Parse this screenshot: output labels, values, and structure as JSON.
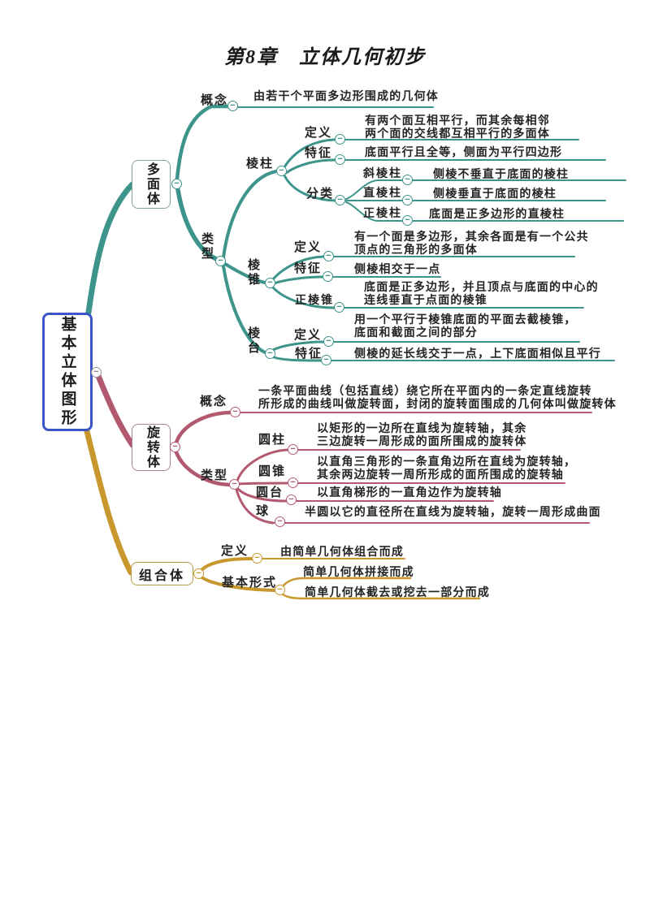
{
  "title": "第8章　立体几何初步",
  "icons": {
    "collapse": "−"
  },
  "colors": {
    "root_border": "#3a57c7",
    "polyhedron_branch": "#3d948a",
    "rotation_branch": "#b25970",
    "composite_branch": "#c8982e"
  },
  "root": {
    "label": "基本立体图形"
  },
  "polyhedron": {
    "label": "多面体",
    "concept": {
      "label": "概念",
      "text": "由若干个平面多边形围成的几何体"
    },
    "type_label": "类型",
    "prism": {
      "label": "棱柱",
      "definition": {
        "label": "定义",
        "text": "有两个面互相平行，而其余每相邻\n两个面的交线都互相平行的多面体"
      },
      "feature": {
        "label": "特征",
        "text": "底面平行且全等，侧面为平行四边形"
      },
      "classify_label": "分类",
      "oblique": {
        "label": "斜棱柱",
        "text": "侧棱不垂直于底面的棱柱"
      },
      "right": {
        "label": "直棱柱",
        "text": "侧棱垂直于底面的棱柱"
      },
      "regular": {
        "label": "正棱柱",
        "text": "底面是正多边形的直棱柱"
      }
    },
    "pyramid": {
      "label": "棱锥",
      "definition": {
        "label": "定义",
        "text": "有一个面是多边形，其余各面是有一个公共\n顶点的三角形的多面体"
      },
      "feature": {
        "label": "特征",
        "text": "侧棱相交于一点"
      },
      "regular": {
        "label": "正棱锥",
        "text": "底面是正多边形，并且顶点与底面的中心的\n连线垂直于点面的棱锥"
      }
    },
    "frustum": {
      "label": "棱台",
      "definition": {
        "label": "定义",
        "text": "用一个平行于棱锥底面的平面去截棱锥，\n底面和截面之间的部分"
      },
      "feature": {
        "label": "特征",
        "text": "侧棱的延长线交于一点，上下底面相似且平行"
      }
    }
  },
  "rotation": {
    "label": "旋转体",
    "concept": {
      "label": "概念",
      "text": "一条平面曲线（包括直线）绕它所在平面内的一条定直线旋转\n所形成的曲线叫做旋转面，封闭的旋转面围成的几何体叫做旋转体"
    },
    "type_label": "类型",
    "cylinder": {
      "label": "圆柱",
      "text": "以矩形的一边所在直线为旋转轴，其余\n三边旋转一周形成的面所围成的旋转体"
    },
    "cone": {
      "label": "圆锥",
      "text": "以直角三角形的一条直角边所在直线为旋转轴，\n其余两边旋转一周所形成的面所围成的旋转轴"
    },
    "truncated_cone": {
      "label": "圆台",
      "text": "以直角梯形的一直角边作为旋转轴"
    },
    "sphere": {
      "label": "球",
      "text": "半圆以它的直径所在直线为旋转轴，旋转一周形成曲面"
    }
  },
  "composite": {
    "label": "组合体",
    "definition": {
      "label": "定义",
      "text": "由简单几何体组合而成"
    },
    "basic_form": {
      "label": "基本形式",
      "text1": "简单几何体拼接而成",
      "text2": "简单几何体截去或挖去一部分而成"
    }
  }
}
